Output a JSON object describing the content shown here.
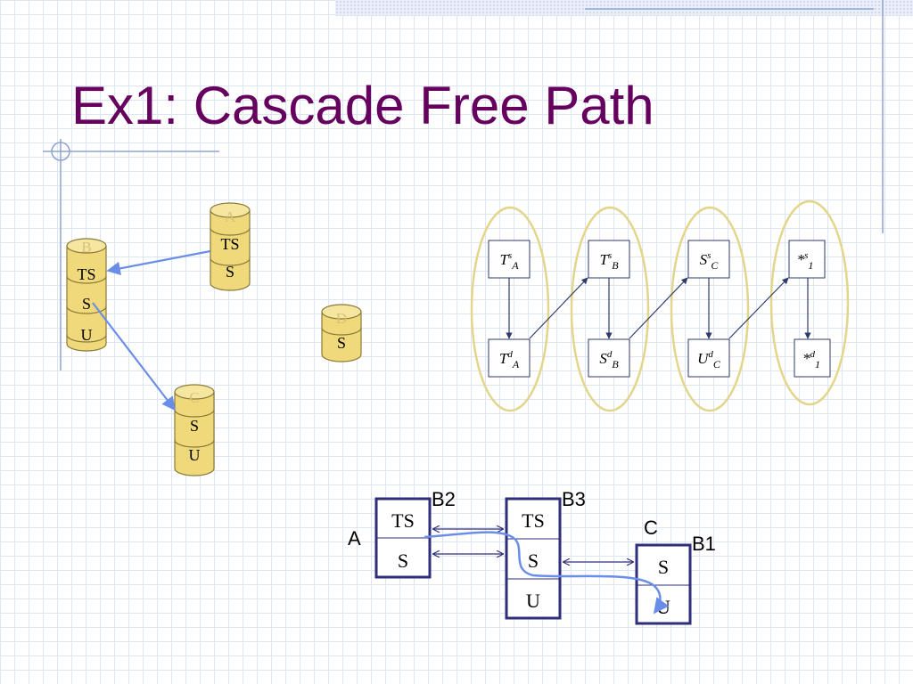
{
  "slide": {
    "title": "Ex1: Cascade Free Path"
  },
  "cylinders": [
    {
      "id": "B",
      "label": "B",
      "segments": [
        "TS",
        "S",
        "U"
      ]
    },
    {
      "id": "A",
      "label": "A",
      "segments": [
        "TS",
        "S"
      ]
    },
    {
      "id": "D",
      "label": "D",
      "segments": [
        "S"
      ]
    },
    {
      "id": "C",
      "label": "C",
      "segments": [
        "S",
        "U"
      ]
    }
  ],
  "flow_groups": [
    {
      "top": {
        "base": "T",
        "sup": "s",
        "sub": "A"
      },
      "bottom": {
        "base": "T",
        "sup": "d",
        "sub": "A"
      }
    },
    {
      "top": {
        "base": "T",
        "sup": "s",
        "sub": "B"
      },
      "bottom": {
        "base": "S",
        "sup": "d",
        "sub": "B"
      }
    },
    {
      "top": {
        "base": "S",
        "sup": "s",
        "sub": "C"
      },
      "bottom": {
        "base": "U",
        "sup": "d",
        "sub": "C"
      }
    },
    {
      "top": {
        "base": "*",
        "sup": "s",
        "sub": "1"
      },
      "bottom": {
        "base": "*",
        "sup": "d",
        "sub": "1"
      }
    }
  ],
  "tables": {
    "A": {
      "name": "A",
      "tag": "B2",
      "rows": [
        "TS",
        "S"
      ]
    },
    "B3": {
      "tag": "B3",
      "rows": [
        "TS",
        "S",
        "U"
      ]
    },
    "C": {
      "name": "C",
      "tag": "B1",
      "rows": [
        "S",
        "U"
      ]
    }
  },
  "colors": {
    "title": "#66005e",
    "cylinder_fill": "#f0d97a",
    "cylinder_stroke": "#8a7a3a",
    "arrow_blue": "#6a8ee8",
    "ellipse_stroke": "#e3d68a",
    "table_border": "#2e2e7a",
    "flow_arrow": "#2e3a6a"
  }
}
